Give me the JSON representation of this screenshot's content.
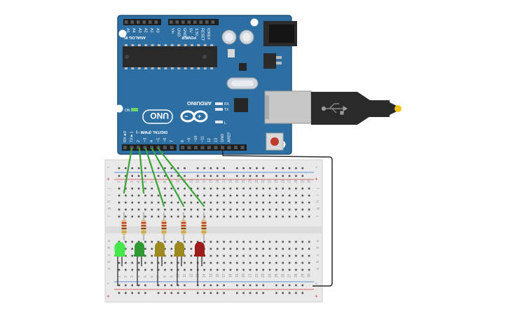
{
  "colors": {
    "board_blue": "#2e6fa3",
    "board_dark": "#235b88",
    "breadboard": "#e9e9e9",
    "rail_red": "#d23b3b",
    "rail_blue": "#3b6fd2",
    "wire_green": "#3aa335",
    "wire_black": "#2a2a2a"
  },
  "arduino": {
    "brand": "ARDUINO",
    "model": "UNO",
    "on_label": "ON",
    "l_label": "L",
    "tx_label": "TX",
    "rx_label": "RX",
    "analog_in_label": "ANALOG IN",
    "power_label": "POWER",
    "digital_label": "DIGITAL (PWM ~)",
    "analog_pins": [
      "A5",
      "A4",
      "A3",
      "A2",
      "A1",
      "A0"
    ],
    "power_pins": [
      "Vin",
      "GND",
      "GND",
      "5V",
      "3.3V",
      "RESET",
      "IOREF"
    ],
    "digital_pins": [
      "RX◄0",
      "TX►1",
      "2",
      "~3",
      "4",
      "~5",
      "~6",
      "7",
      "8",
      "~9",
      "~10",
      "~11",
      "12",
      "13",
      "GND",
      "AREF"
    ]
  },
  "breadboard": {
    "columns": [
      "1",
      "2",
      "3",
      "4",
      "5",
      "6",
      "7",
      "8",
      "9",
      "10",
      "11",
      "12",
      "13",
      "14",
      "15",
      "16",
      "17",
      "18",
      "19",
      "20",
      "21",
      "22",
      "23",
      "24",
      "25",
      "26",
      "27",
      "28",
      "29",
      "30"
    ],
    "rows_top": [
      "j",
      "i",
      "h",
      "g",
      "f"
    ],
    "rows_bottom": [
      "e",
      "d",
      "c",
      "b",
      "a"
    ],
    "rail_plus": "+",
    "rail_minus": "-"
  },
  "leds": [
    {
      "name": "led-bright-green",
      "color": "#44e84a"
    },
    {
      "name": "led-green",
      "color": "#2f9a32"
    },
    {
      "name": "led-olive-1",
      "color": "#9c8a1e"
    },
    {
      "name": "led-olive-2",
      "color": "#9c8a1e"
    },
    {
      "name": "led-red",
      "color": "#9e1b1b"
    }
  ],
  "icons": [
    "usb-cable-icon",
    "usb-symbol-icon",
    "reset-button-icon",
    "power-jack-icon"
  ]
}
